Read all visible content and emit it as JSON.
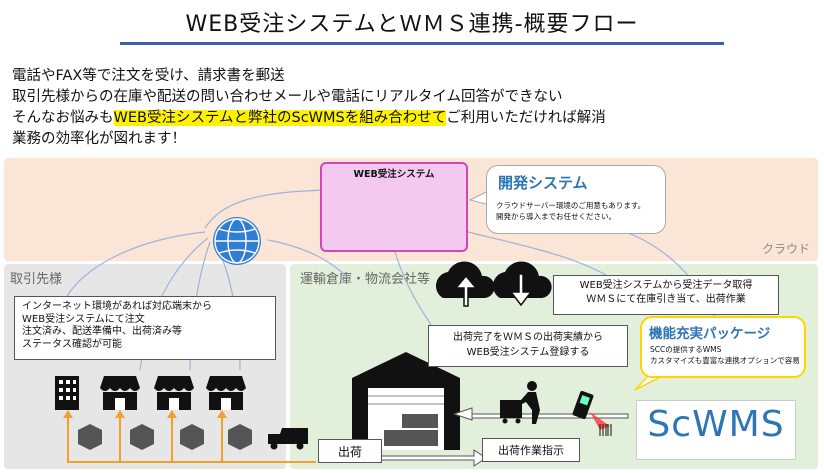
{
  "title": "WEB受注システムとＷＭＳ連携-概要フロー",
  "intro": {
    "line1": "電話やFAX等で注文を受け、請求書を郵送",
    "line2": "取引先様からの在庫や配送の問い合わせメールや電話にリアルタイム回答ができない",
    "line3_pre": "そんなお悩みも",
    "line3_highlight": "WEB受注システムと弊社のScWMSを組み合わせて",
    "line3_post": "ご利用いただければ解消",
    "line4": "業務の効率化が図れます！"
  },
  "zones": {
    "cloud": "クラウド",
    "customer": "取引先様",
    "warehouse": "運輸倉庫・物流会社等"
  },
  "web_system": {
    "label": "WEB受注システム"
  },
  "dev_callout": {
    "title": "開発システム",
    "text1": "クラウドサーバー環境のご用意もあります。",
    "text2": "開発から導入までお任せください。"
  },
  "internet_box": {
    "line1": "インターネット環境があれば対応端末から",
    "line2": "WEB受注システムにて注文",
    "line3": "注文済み、配送準備中、出荷済み等",
    "line4": "ステータス確認が可能"
  },
  "acquire_box": {
    "line1": "WEB受注システムから受注データ取得",
    "line2": "ＷＭＳにて在庫引き当て、出荷作業"
  },
  "ship_box": {
    "line1": "出荷完了をＷＭＳの出荷実績から",
    "line2": "WEB受注システム登録する"
  },
  "package_callout": {
    "title": "機能充実パッケージ",
    "text1": "SCCの提供するWMS",
    "text2": "カスタマイズも豊富な連携オプションで容易"
  },
  "shipping_label": "出荷",
  "instruction_label": "出荷作業指示",
  "scwms_logo": "ScWMS",
  "colors": {
    "accent_blue": "#2e75b6",
    "title_underline": "#3b5fae",
    "web_box_fill": "#f3c9ef",
    "web_box_border": "#d048b8",
    "cloud_zone": "#fbe5d6",
    "customer_zone": "#e6e6e6",
    "warehouse_zone": "#e2efda",
    "highlight": "#fff200",
    "shipping_arrow": "#f0a030"
  }
}
